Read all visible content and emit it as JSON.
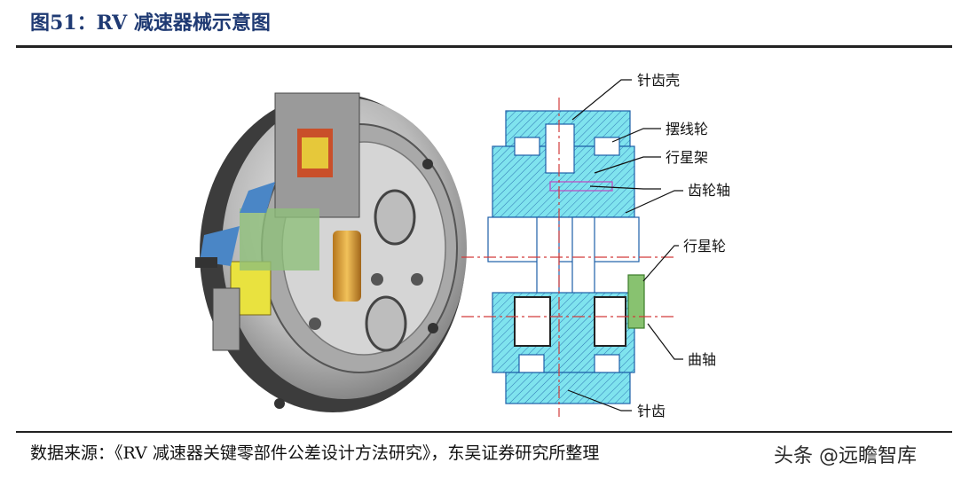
{
  "header": {
    "title": "图51：RV 减速器械示意图"
  },
  "labels": {
    "pin_housing": "针齿壳",
    "cycloid_wheel": "摆线轮",
    "planet_carrier": "行星架",
    "gear_shaft": "齿轮轴",
    "planet_gear": "行星轮",
    "crankshaft": "曲轴",
    "pin_tooth": "针齿"
  },
  "footer": {
    "source": "数据来源：《RV 减速器关键零部件公差设计方法研究》，东吴证券研究所整理",
    "watermark": "头条 @远瞻智库"
  },
  "colors": {
    "title": "#1f3a73",
    "section_fill": "#7fe3ee",
    "section_line": "#1d5fa8",
    "centerline": "#d23b3b"
  }
}
